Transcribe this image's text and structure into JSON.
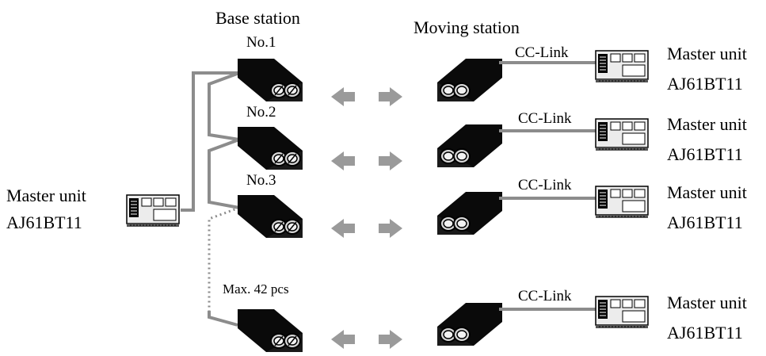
{
  "colors": {
    "cable": "#8c8c8c",
    "device_body": "#0a0a0a",
    "port_fill": "#d8d8d8",
    "arrow": "#9a9a9a",
    "master_unit_body": "#ececec"
  },
  "header": {
    "base_station": "Base station",
    "moving_station": "Moving station"
  },
  "left_master": {
    "name": "Master unit",
    "model": "AJ61BT11",
    "icon": "plc-master-icon"
  },
  "base_stations": [
    {
      "label": "No.1"
    },
    {
      "label": "No.2"
    },
    {
      "label": "No.3"
    },
    {
      "label": "Max. 42 pcs"
    }
  ],
  "moving_stations": [
    {
      "link_label": "CC-Link",
      "master_name": "Master unit",
      "master_model": "AJ61BT11"
    },
    {
      "link_label": "CC-Link",
      "master_name": "Master unit",
      "master_model": "AJ61BT11"
    },
    {
      "link_label": "CC-Link",
      "master_name": "Master unit",
      "master_model": "AJ61BT11"
    },
    {
      "link_label": "CC-Link",
      "master_name": "Master unit",
      "master_model": "AJ61BT11"
    }
  ]
}
